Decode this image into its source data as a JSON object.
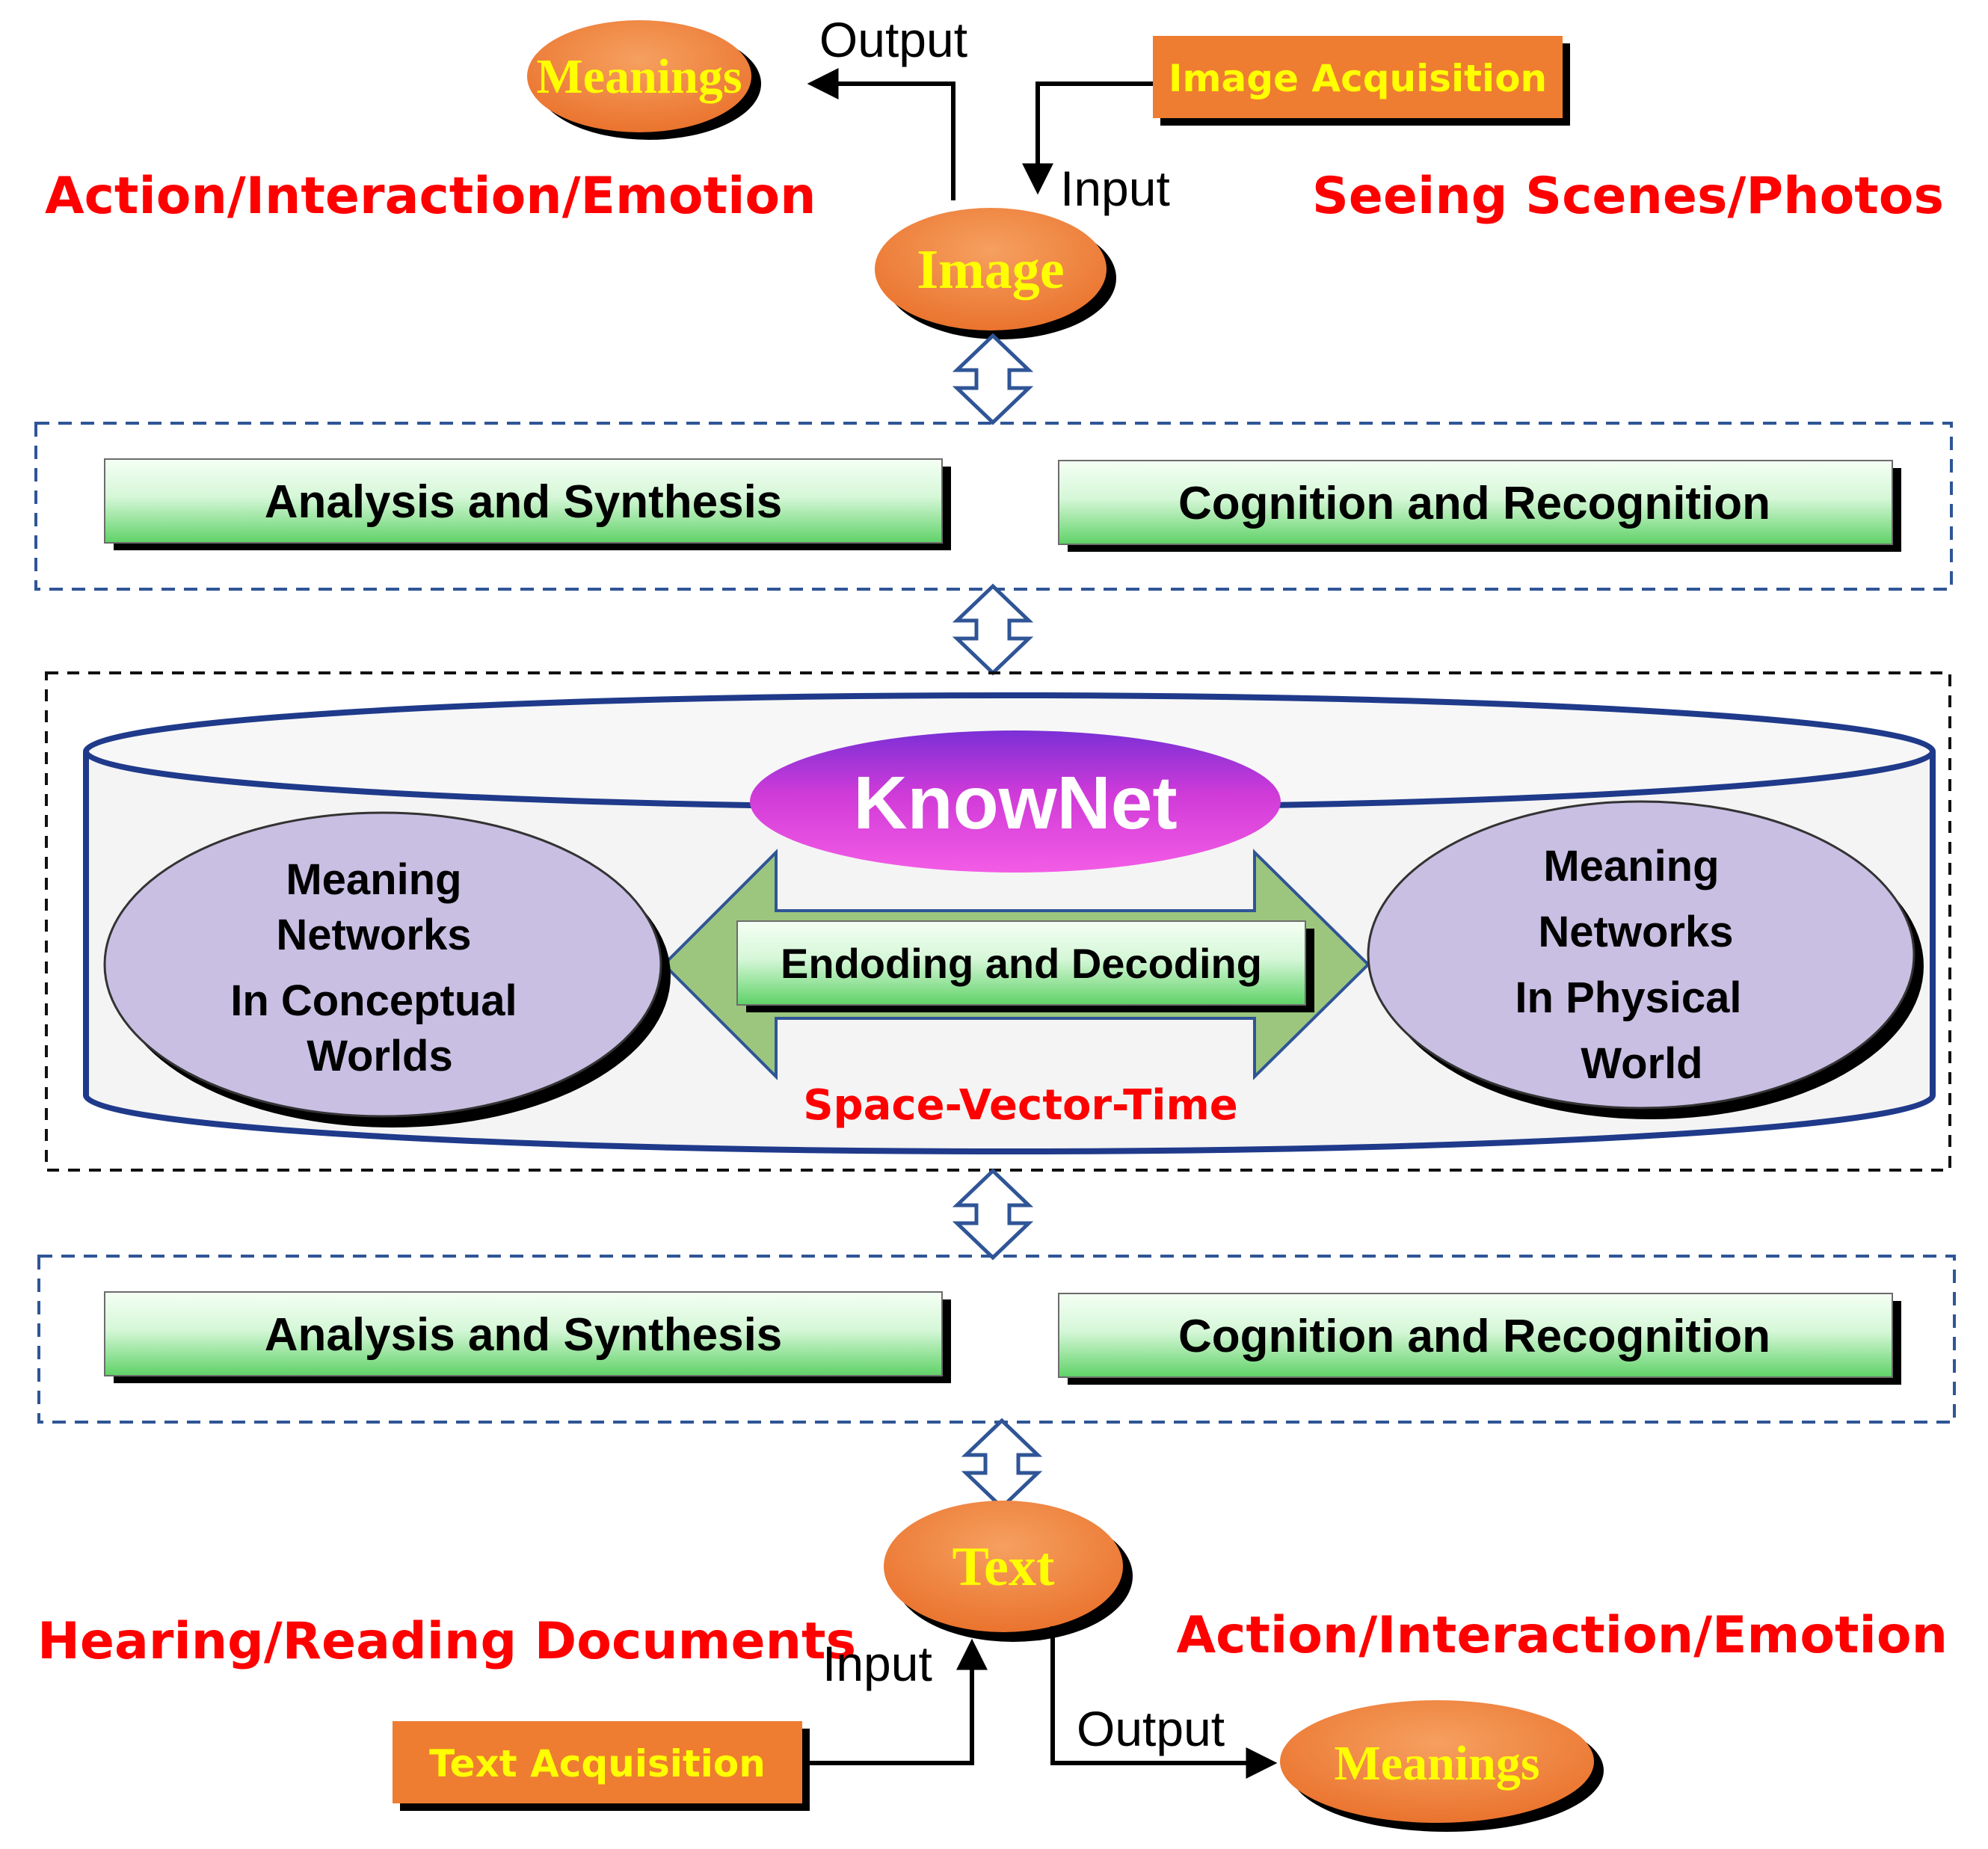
{
  "top": {
    "meanings": "Meanings",
    "output": "Output",
    "image_acquisition": "Image Acquisition",
    "input": "Input",
    "image": "Image",
    "left_caption": "Action/Interaction/Emotion",
    "right_caption": "Seeing Scenes/Photos"
  },
  "upper_layer": {
    "analysis": "Analysis and Synthesis",
    "cognition": "Cognition and Recognition"
  },
  "knownet": {
    "title": "KnowNet",
    "left_lines": [
      "Meaning",
      "Networks",
      "In Conceptual",
      "Worlds"
    ],
    "right_lines": [
      "Meaning",
      "Networks",
      "In Physical",
      "World"
    ],
    "center": "Endoding and Decoding",
    "space_vector_time": "Space-Vector-Time"
  },
  "lower_layer": {
    "analysis": "Analysis and Synthesis",
    "cognition": "Cognition and Recognition"
  },
  "bottom": {
    "text": "Text",
    "left_caption": "Hearing/Reading Documents",
    "right_caption": "Action/Interaction/Emotion",
    "input": "Input",
    "output": "Output",
    "text_acquisition": "Text Acquisition",
    "meanings": "Meanings"
  },
  "colors": {
    "orange": "#ee7d31",
    "yellow_text": "#ffff00",
    "red_text": "#ff0000",
    "green_light": "#f0fff0",
    "green_dark": "#66d86e",
    "lavender": "#c9bfe3",
    "magenta": "#cc22cc",
    "arrow_green": "#9cc67e",
    "dash_blue": "#2f5596",
    "cylinder_blue": "#1f3a8a"
  }
}
